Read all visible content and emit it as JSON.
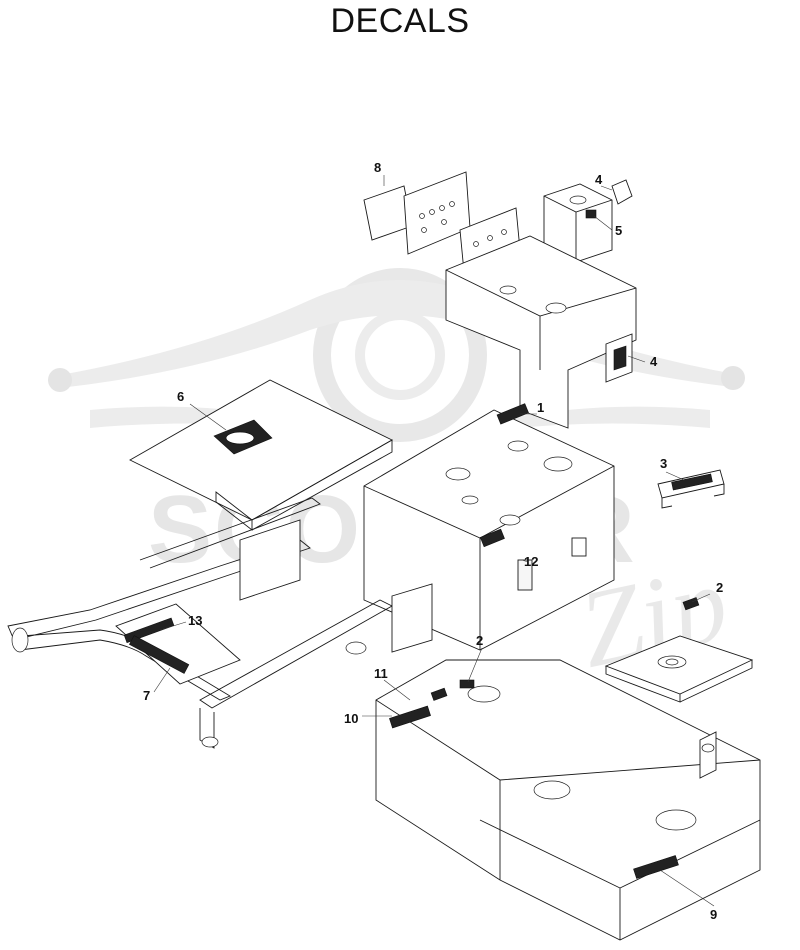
{
  "page": {
    "title": "DECALS"
  },
  "watermark": {
    "brand_text": "SCOOTER",
    "script_text": "Zip"
  },
  "callouts": {
    "c1": "1",
    "c2a": "2",
    "c2b": "2",
    "c3": "3",
    "c4a": "4",
    "c4b": "4",
    "c5": "5",
    "c6": "6",
    "c7": "7",
    "c8": "8",
    "c9": "9",
    "c10": "10",
    "c11": "11",
    "c12": "12",
    "c13": "13"
  },
  "colors": {
    "watermark": "#e6e6e6",
    "line": "#1a1a1a",
    "background": "#ffffff"
  }
}
